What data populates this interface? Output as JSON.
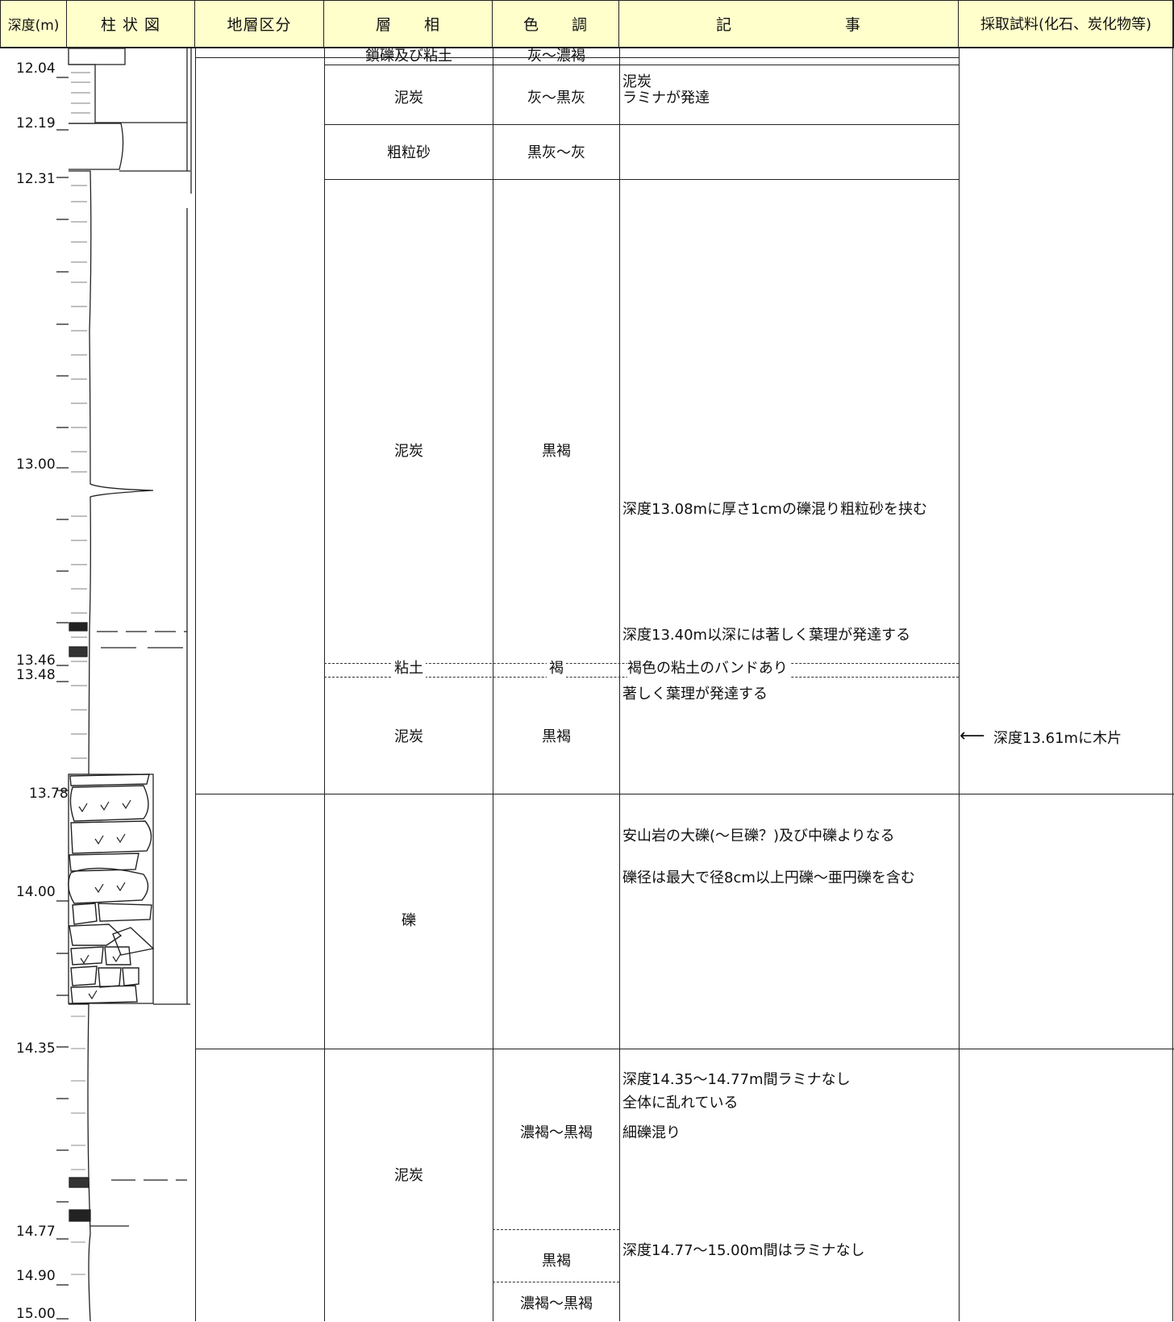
{
  "headers": {
    "depth": "深度(m)",
    "column": "柱 状 図",
    "stratum": "地層区分",
    "facies": "層　　相",
    "color": "色　　調",
    "notes": "記　　　　　　　事",
    "samples": "採取試料(化石、炭化物等)"
  },
  "depth_labels": [
    "12.04",
    "12.19",
    "12.31",
    "13.00",
    "13.46",
    "13.48",
    "13.78",
    "14.00",
    "14.35",
    "14.77",
    "14.90",
    "15.00"
  ],
  "facies": {
    "f1": "鎖礫及び粘土",
    "f2": "泥炭",
    "f3": "粗粒砂",
    "f4": "泥炭",
    "f5": "粘土",
    "f6": "泥炭",
    "f7": "礫",
    "f8": "泥炭"
  },
  "colors": {
    "c1": "灰～濃褐",
    "c2": "灰～黒灰",
    "c3": "黒灰～灰",
    "c4": "黒褐",
    "c5": "褐",
    "c6": "黒褐",
    "c7": "濃褐～黒褐",
    "c8": "黒褐",
    "c9": "濃褐～黒褐"
  },
  "notes": {
    "n1a": "泥炭",
    "n1b": "ラミナが発達",
    "n2": "深度13.08mに厚さ1cmの礫混り粗粒砂を挟む",
    "n3": "深度13.40m以深には著しく葉理が発達する",
    "n4": "褐色の粘土のバンドあり",
    "n5": "著しく葉理が発達する",
    "n6": "安山岩の大礫(～巨礫？)及び中礫よりなる",
    "n7": "礫径は最大で径8cm以上円礫～亜円礫を含む",
    "n8": "深度14.35～14.77m間ラミナなし",
    "n9": "全体に乱れている",
    "n10": "細礫混り",
    "n11": "深度14.77～15.00m間はラミナなし"
  },
  "samples": {
    "s1": "深度13.61mに木片"
  },
  "icons": {
    "sample_arrow": "left-arrow"
  }
}
